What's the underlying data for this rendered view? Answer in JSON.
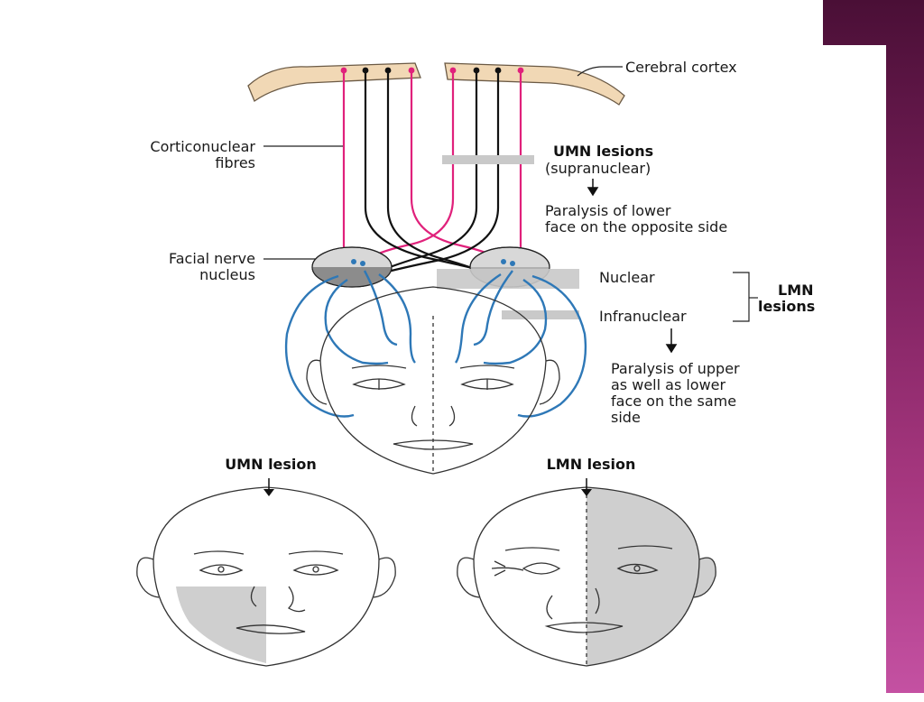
{
  "labels": {
    "cortex": "Cerebral cortex",
    "corticonuclear": [
      "Corticonuclear",
      "fibres"
    ],
    "facial_nucleus": [
      "Facial nerve",
      "nucleus"
    ],
    "umn_lesions": "UMN lesions",
    "supranuclear": "(supranuclear)",
    "umn_effect": [
      "Paralysis of lower",
      "face on the opposite side"
    ],
    "nuclear": "Nuclear",
    "infranuclear": "Infranuclear",
    "lmn_lesions": [
      "LMN",
      "lesions"
    ],
    "lmn_effect": [
      "Paralysis of upper",
      "as well as lower",
      "face on the same",
      "side"
    ],
    "umn_lesion": "UMN lesion",
    "lmn_lesion": "LMN lesion"
  },
  "colors": {
    "background": "#ffffff",
    "accent_dark": "#4a0f36",
    "accent_light": "#c451a2",
    "cortex_fill": "#f1d8b5",
    "upper_motor_fibre": "#e0217b",
    "crossing_fibre": "#111111",
    "lower_motor_nerve": "#2e78b7",
    "lesion_marker": "#c9c9c9",
    "paralysis_shade": "#cfcfcf"
  }
}
